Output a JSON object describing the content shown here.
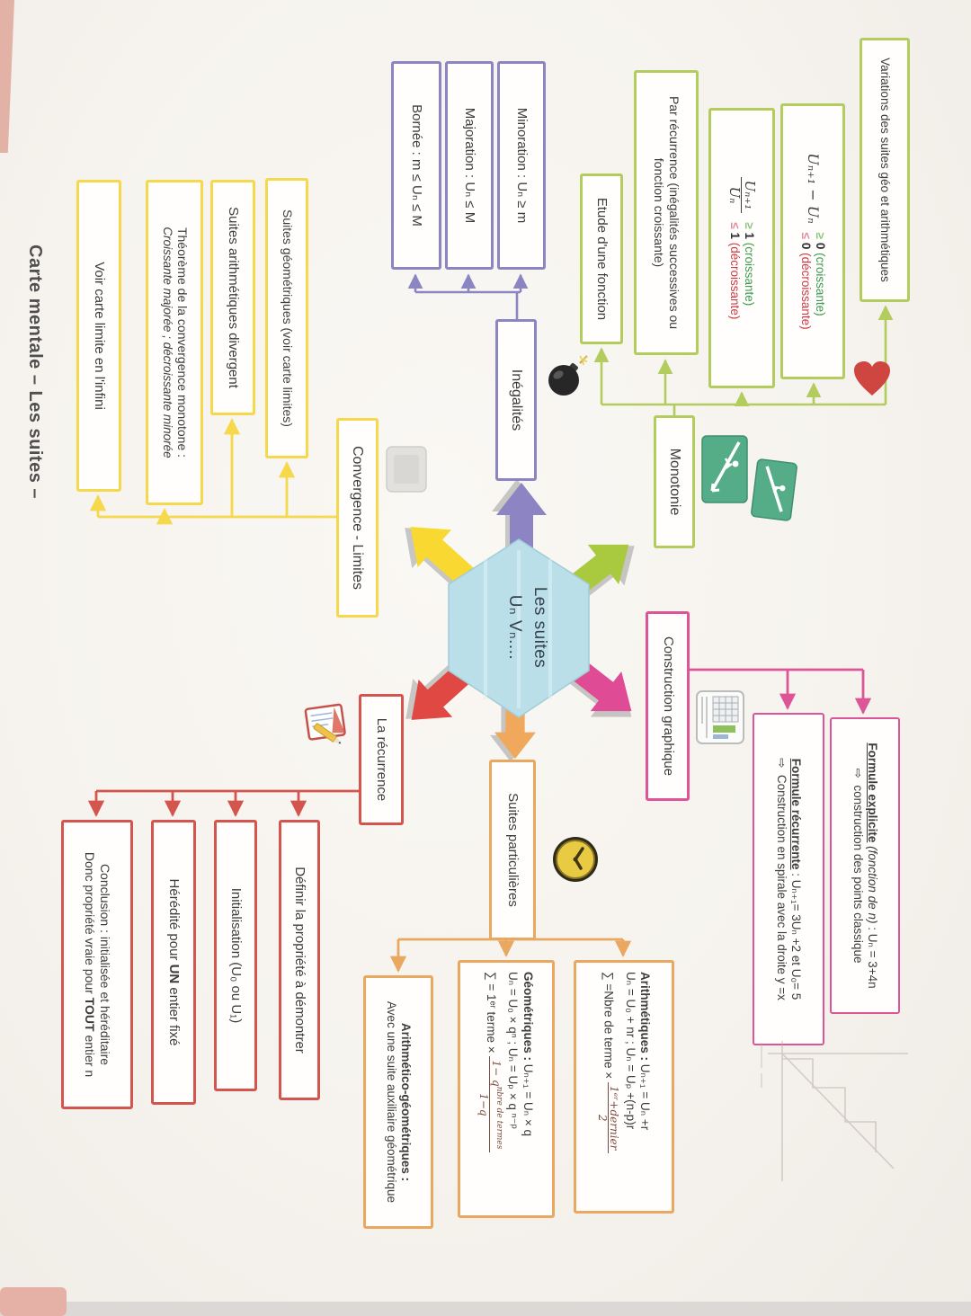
{
  "page_title": "Carte mentale  –  Les suites  –",
  "center": {
    "title": "Les suites",
    "subtitle": "Uₙ  Vₙ...."
  },
  "colors": {
    "purple": "#8b86c2",
    "green": "#b3cc5e",
    "yellow": "#f5d84b",
    "pink": "#dd5597",
    "red": "#d4544e",
    "orange": "#eaa75f",
    "hexagon": "#badfe8"
  },
  "branches": {
    "inegalites": {
      "label": "Inégalités",
      "minoration": "Minoration : Uₙ ≥ m",
      "majoration": "Majoration : Uₙ ≤ M",
      "bornee": "Bornée : m ≤ Uₙ ≤ M"
    },
    "monotonie": {
      "label": "Monotonie",
      "etude": "Etude d'une fonction",
      "par_recurrence": "Par récurrence (inégalités successives ou fonction croissante)",
      "variations": "Variations des suites géo et arithmétiques",
      "difference": {
        "formula": "Uₙ₊₁ − Uₙ",
        "up_sign": "≥",
        "up_value": "0",
        "up_word": "(croissante)",
        "down_sign": "≤",
        "down_value": "0",
        "down_word": "(décroissante)"
      },
      "quotient": {
        "numerator": "Uₙ₊₁",
        "denominator": "Uₙ",
        "up_sign": "≥",
        "up_value": "1",
        "up_word": "(croissante)",
        "down_sign": "≤",
        "down_value": "1",
        "down_word": "(décroissante)"
      }
    },
    "convergence": {
      "label": "Convergence - Limites",
      "geometriques": "Suites géométriques (voir carte limites)",
      "arithmetiques": "Suites arithmétiques divergent",
      "theoreme_titre": "Théorème de la convergence monotone :",
      "theoreme_detail": "Croissante majorée ; décroissante minorée",
      "voir_carte": "Voir  carte limite en l'infini"
    },
    "construction": {
      "label": "Construction graphique",
      "explicite": {
        "titre": "Formule explicite",
        "precision": " (fonction de n)",
        "formule": " : Uₙ = 3+4n",
        "fleche": "⇨",
        "detail": "construction des points classique"
      },
      "recurrente": {
        "titre": "Formule récurrente",
        "formule": " : Uₙ₊₁= 3Uₙ +2 et U₀= 5",
        "fleche": "⇨",
        "detail": "Construction en spirale avec la droite y =x"
      }
    },
    "recurrence": {
      "label": "La récurrence",
      "definir": "Définir la propriété à démontrer",
      "initialisation": "Initialisation (U₀ ou U₁)",
      "heredite_pre": "Hérédité pour ",
      "heredite_accent": "UN",
      "heredite_post": " entier fixé",
      "conclusion_l1": "Conclusion : initialisée et héréditaire",
      "conclusion_l2_pre": "Donc propriété vraie pour ",
      "conclusion_l2_accent": "TOUT",
      "conclusion_l2_post": " entier n"
    },
    "particulieres": {
      "label": "Suites particulières",
      "arithmetiques": {
        "titre": "Arithmétiques :",
        "rec": "  Uₙ₊₁ = Uₙ +r",
        "explicites": "Uₙ = U₀ + nr    ;    Uₙ = Uₚ +(n-p)r",
        "somme_pre": "∑ =Nbre de terme ×",
        "somme_num": "1ᵉʳ+dernier",
        "somme_den": "2"
      },
      "geometriques": {
        "titre": "Géométriques :",
        "rec": "  Uₙ₊₁ = Uₙ × q",
        "explicites": "Uₙ = U₀ × qⁿ   ;   Uₙ = Uₚ × q ⁿ⁻ᵖ",
        "somme_pre": "∑ = 1ᵉʳ terme ×",
        "somme_num_pre": "1− q",
        "somme_num_sup": "nbre de termes",
        "somme_den": "1−q"
      },
      "arithmetico": {
        "titre": "Arithmético-géométriques :",
        "detail": "Avec une suite auxiliaire géométrique"
      }
    }
  },
  "stickers": {
    "bomb": "bomb-sticker",
    "heart": "heart-sticker",
    "ski_1": "ski-slope-sticker",
    "ski_2": "ski-slope-sticker",
    "calculator": "calculator-sticker",
    "notepad": "notepad-pencil-sticker",
    "clock": "clock-sticker",
    "faded": "faded-sticker",
    "sketch": "pencil-graph-sketch"
  }
}
